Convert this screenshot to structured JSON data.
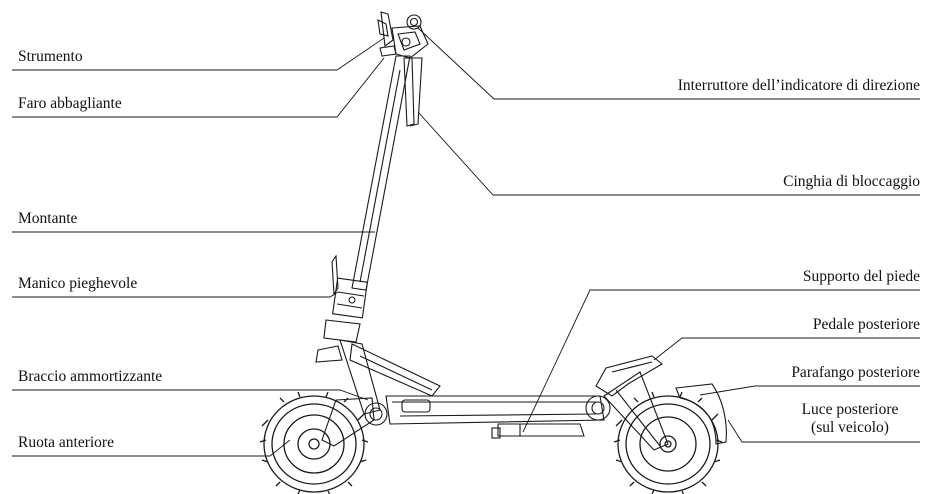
{
  "diagram": {
    "labels_left": {
      "strumento": "Strumento",
      "faro": "Faro abbagliante",
      "montante": "Montante",
      "manico": "Manico pieghevole",
      "braccio": "Braccio ammortizzante",
      "ruota_anteriore": "Ruota anteriore"
    },
    "labels_right": {
      "interruttore": "Interruttore dell’indicatore di direzione",
      "cinghia": "Cinghia di bloccaggio",
      "supporto": "Supporto del piede",
      "pedale": "Pedale posteriore",
      "parafango": "Parafango posteriore",
      "luce_line1": "Luce posteriore",
      "luce_line2": "(sul veicolo)"
    }
  },
  "colors": {
    "line": "#1a1a1a",
    "tire": "#222222"
  }
}
